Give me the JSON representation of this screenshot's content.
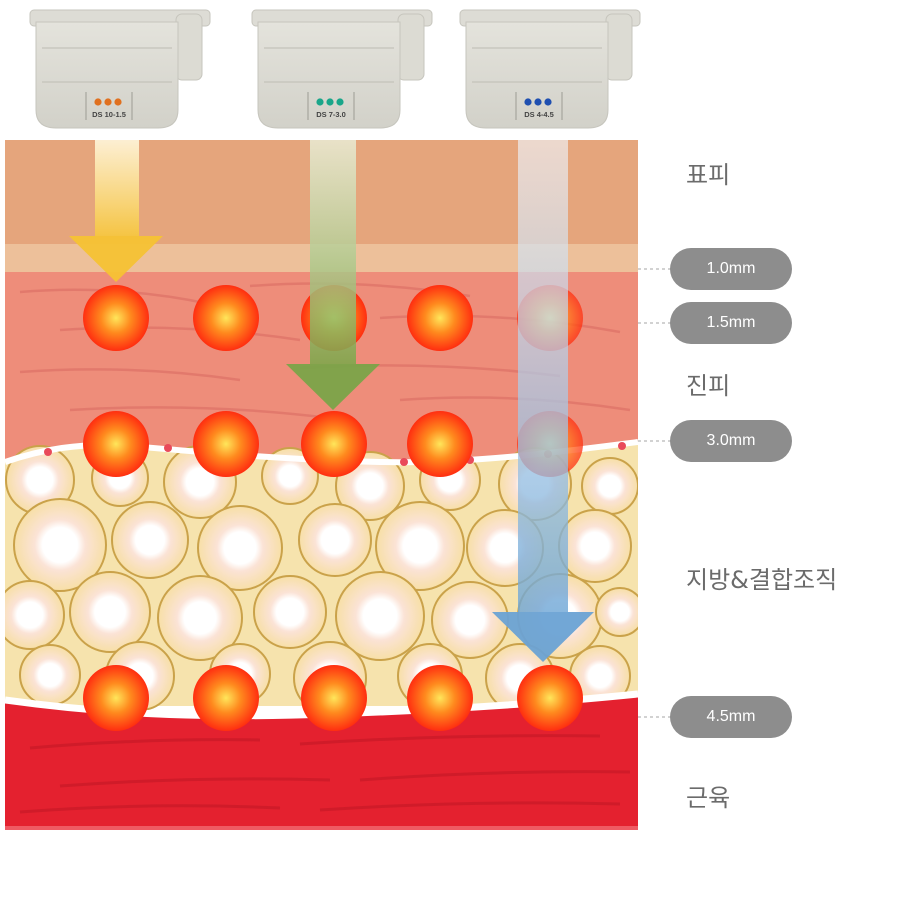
{
  "cartridges": [
    {
      "label": "DS 10-1.5",
      "dot_color": "#e0701f"
    },
    {
      "label": "DS 7-3.0",
      "dot_color": "#1aa68a"
    },
    {
      "label": "DS 4-4.5",
      "dot_color": "#1f4fb0"
    }
  ],
  "layers": {
    "epidermis": "표피",
    "dermis": "진피",
    "fat": "지방&결합조직",
    "muscle": "근육"
  },
  "depths": [
    "1.0mm",
    "1.5mm",
    "3.0mm",
    "4.5mm"
  ],
  "colors": {
    "epidermis": "#e5a57c",
    "dermis": "#ee8d7a",
    "fat": "#f6e3ad",
    "muscle": "#e4212f",
    "focal_point": "#ff3a12"
  }
}
